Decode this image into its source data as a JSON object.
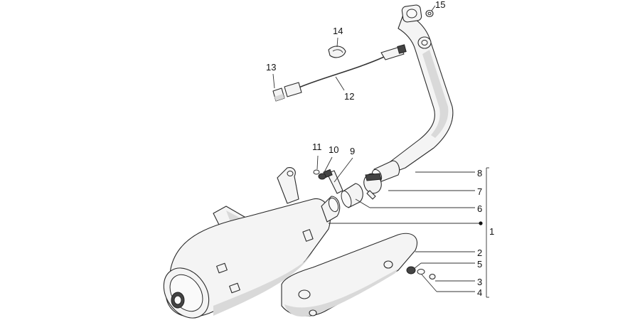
{
  "callouts": [
    {
      "id": "c1",
      "label": "1"
    },
    {
      "id": "c2",
      "label": "2"
    },
    {
      "id": "c3",
      "label": "3"
    },
    {
      "id": "c4",
      "label": "4"
    },
    {
      "id": "c5",
      "label": "5"
    },
    {
      "id": "c6",
      "label": "6"
    },
    {
      "id": "c7",
      "label": "7"
    },
    {
      "id": "c8",
      "label": "8"
    },
    {
      "id": "c9",
      "label": "9"
    },
    {
      "id": "c10",
      "label": "10"
    },
    {
      "id": "c11",
      "label": "11"
    },
    {
      "id": "c12",
      "label": "12"
    },
    {
      "id": "c13",
      "label": "13"
    },
    {
      "id": "c14",
      "label": "14"
    },
    {
      "id": "c15",
      "label": "15"
    }
  ],
  "colors": {
    "line": "#2a2a2a",
    "fill": "#f4f4f4",
    "background": "#ffffff"
  }
}
